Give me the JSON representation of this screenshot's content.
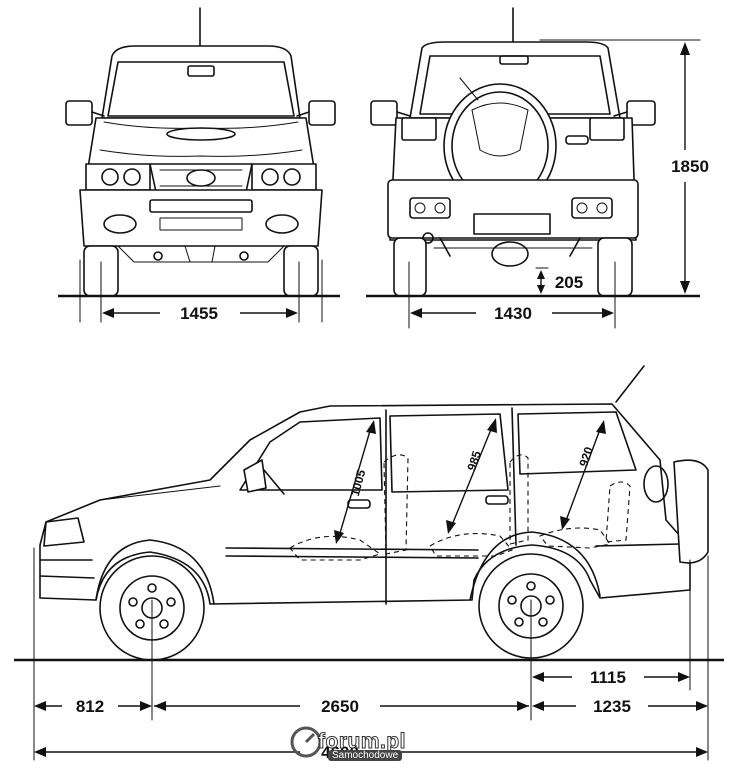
{
  "dimensions": {
    "front_track": "1455",
    "rear_track": "1430",
    "height": "1850",
    "ground_clearance": "205",
    "interior_height_front": "1005",
    "interior_height_middle": "985",
    "interior_height_rear": "920",
    "front_overhang": "812",
    "wheelbase": "2650",
    "rear_overhang_wheel_center": "1115",
    "rear_overhang_total": "1235",
    "overall_length": "4600"
  },
  "watermark": {
    "main": "forum.pl",
    "sub": "Samochodowe"
  },
  "icons": {
    "steering_wheel": "steering-wheel-icon"
  }
}
